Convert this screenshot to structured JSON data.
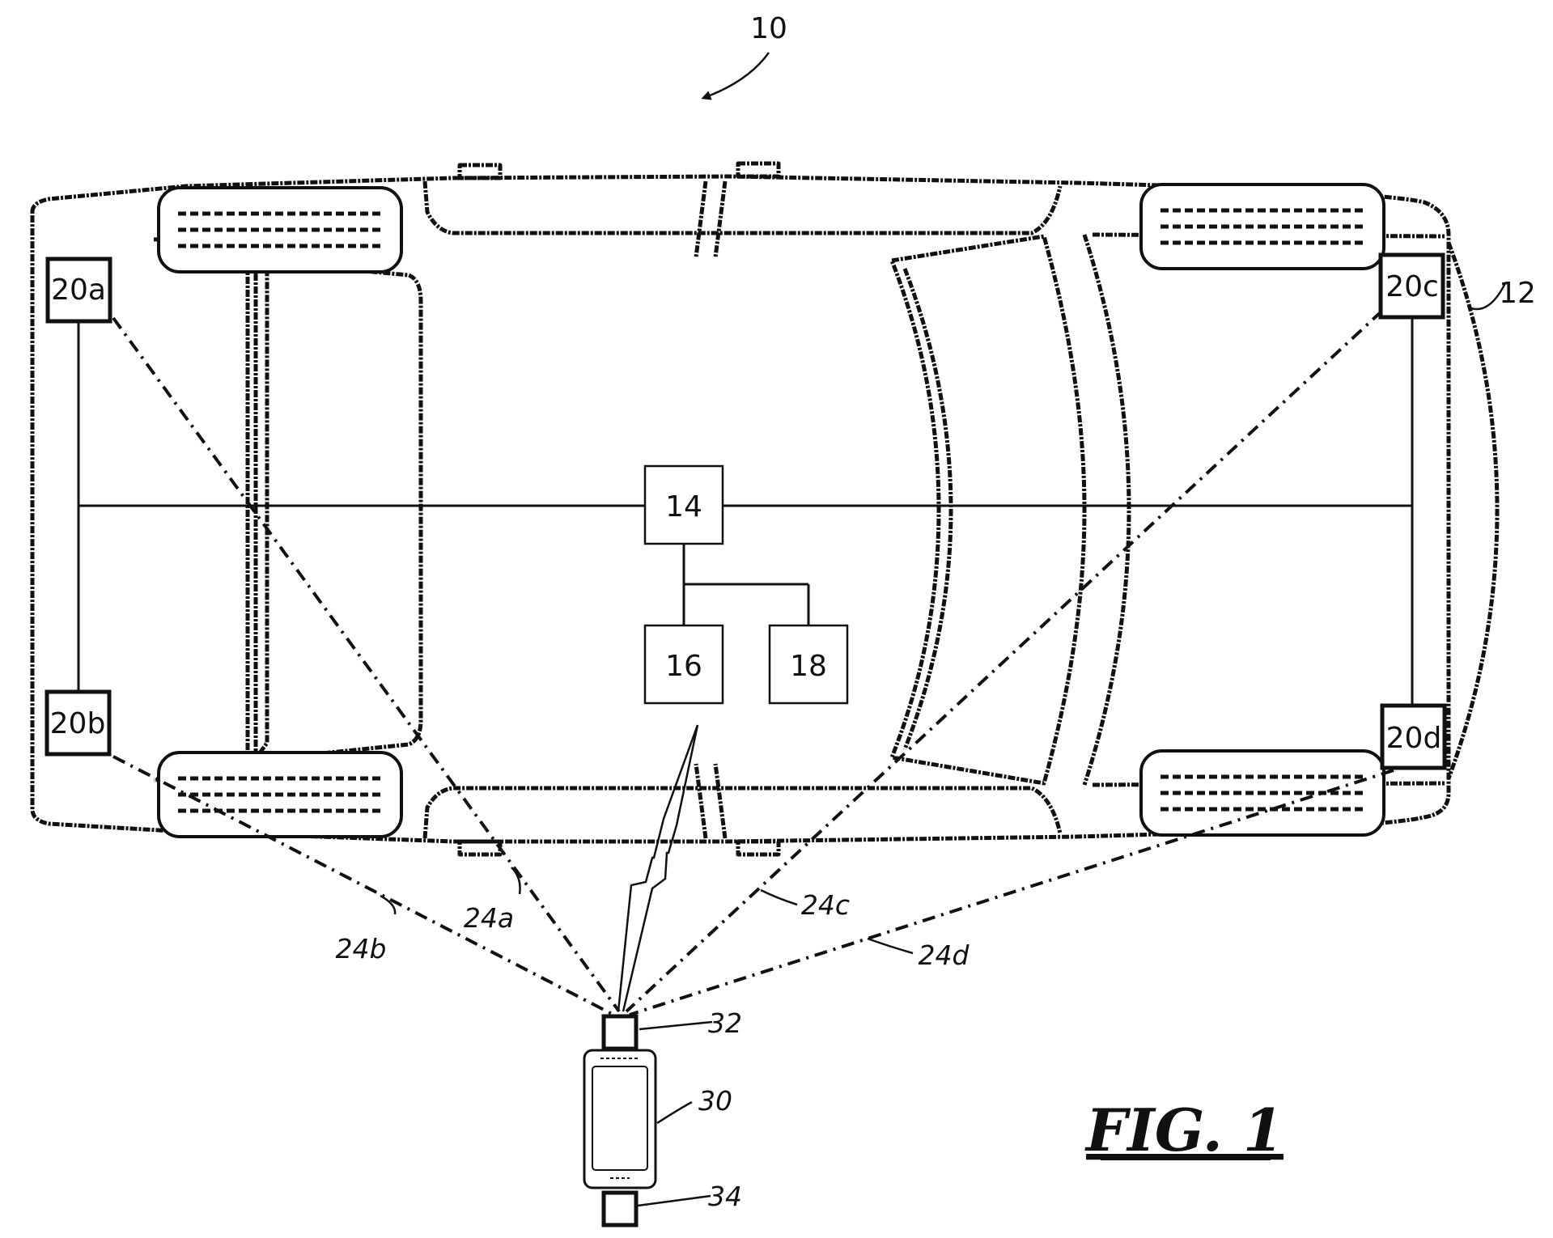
{
  "figure": {
    "caption": "FIG. 1",
    "refs": {
      "system": "10",
      "vehicle": "12",
      "controller": "14",
      "module_16": "16",
      "module_18": "18",
      "sensor_a": "20a",
      "sensor_b": "20b",
      "sensor_c": "20c",
      "sensor_d": "20d",
      "beam_a": "24a",
      "beam_b": "24b",
      "beam_c": "24c",
      "beam_d": "24d",
      "mobile_device": "30",
      "tag_top": "32",
      "tag_bottom": "34"
    }
  }
}
